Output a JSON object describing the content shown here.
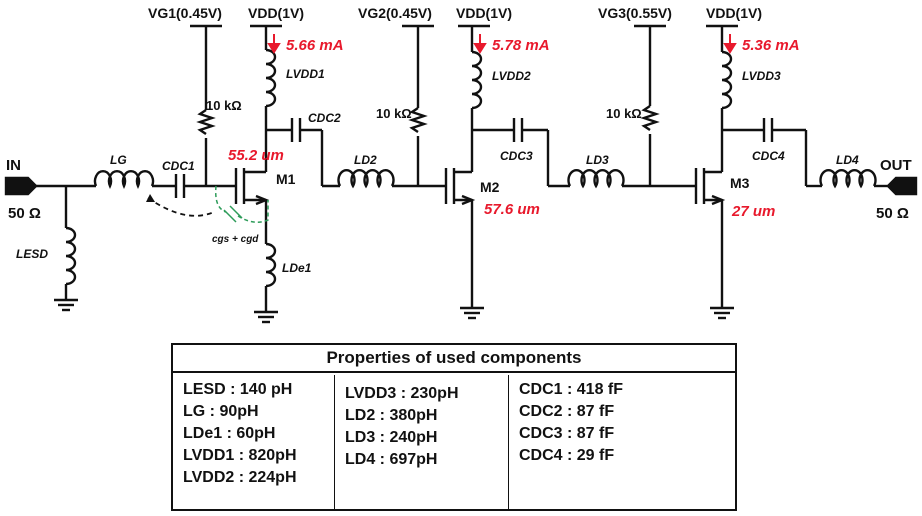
{
  "schematic": {
    "bias": [
      {
        "label": "VG1(0.45V)"
      },
      {
        "label": "VG2(0.45V)"
      },
      {
        "label": "VG3(0.55V)"
      }
    ],
    "vdd_label": "VDD(1V)",
    "currents": [
      "5.66 mA",
      "5.78 mA",
      "5.36 mA"
    ],
    "resistor_label": "10 kΩ",
    "inductors": {
      "lg": "LG",
      "lesd": "LESD",
      "lde1": "LDe1",
      "lvdd1": "LVDD1",
      "lvdd2": "LVDD2",
      "lvdd3": "LVDD3",
      "ld2": "LD2",
      "ld3": "LD3",
      "ld4": "LD4"
    },
    "capacitors": {
      "cdc1": "CDC1",
      "cdc2": "CDC2",
      "cdc3": "CDC3",
      "cdc4": "CDC4"
    },
    "transistors": [
      "M1",
      "M2",
      "M3"
    ],
    "widths": [
      "55.2 um",
      "57.6 um",
      "27 um"
    ],
    "parasitic": "cgs + cgd",
    "input": {
      "label": "IN",
      "impedance": "50 Ω"
    },
    "output": {
      "label": "OUT",
      "impedance": "50 Ω"
    }
  },
  "table": {
    "title": "Properties of used components",
    "col1": [
      "LESD : 140 pH",
      "LG :  90pH",
      "LDe1 :  60pH",
      "LVDD1 :  820pH",
      "LVDD2 : 224pH"
    ],
    "col2": [
      "LVDD3 :  230pH",
      "LD2 :  380pH",
      "LD3 :  240pH",
      "LD4 :  697pH"
    ],
    "col3": [
      "CDC1 : 418 fF",
      "CDC2 : 87 fF",
      "CDC3 : 87 fF",
      "CDC4 : 29 fF"
    ]
  },
  "colors": {
    "line": "#111111",
    "accent": "#e8192c",
    "parasitic": "#2e9c5a"
  }
}
